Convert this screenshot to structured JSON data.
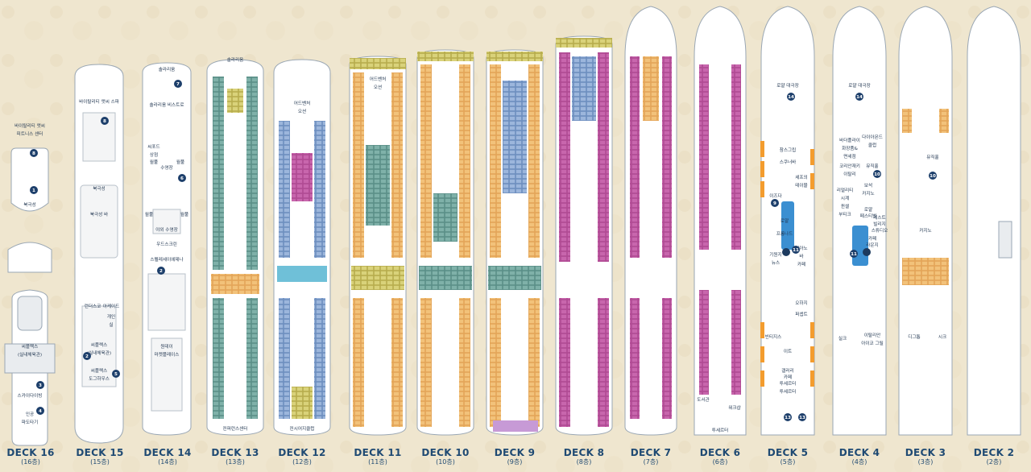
{
  "decks": [
    {
      "id": "deck16",
      "name": "DECK 16",
      "sub": "(16층)",
      "labels": [
        "바이탈리티 앳씨",
        "피트니스 센터",
        "북극성",
        "씨플렉스",
        "(실내체육관)",
        "스카이다이빙",
        "인공",
        "파도타기"
      ],
      "markers": [
        "8",
        "1",
        "3",
        "4"
      ]
    },
    {
      "id": "deck15",
      "name": "DECK 15",
      "sub": "(15층)",
      "labels": [
        "바이탈리티 앳씨 스파",
        "북극성",
        "북극성 바",
        "런더스코",
        "아케이드",
        "개인",
        "실",
        "씨플렉스",
        "(실내체육관)",
        "씨플렉스",
        "도그하우스"
      ],
      "markers": [
        "8",
        "2",
        "5"
      ]
    },
    {
      "id": "deck14",
      "name": "DECK 14",
      "sub": "(14층)",
      "labels": [
        "솔라리움",
        "솔라리움 비스트로",
        "씨포드",
        "상점",
        "월풀",
        "월풀",
        "수영장",
        "월풀",
        "월풀",
        "야외 수영장",
        "우드스크린",
        "스펠레세이에제나",
        "원데이",
        "마켓플레이스"
      ],
      "markers": [
        "7",
        "6",
        "2"
      ]
    },
    {
      "id": "deck13",
      "name": "DECK 13",
      "sub": "(13층)",
      "labels": [
        "솔라리움",
        "컨퍼런스센터"
      ],
      "markers": []
    },
    {
      "id": "deck12",
      "name": "DECK 12",
      "sub": "(12층)",
      "labels": [
        "어드벤처",
        "오션",
        "컨시어지클럽"
      ],
      "markers": []
    },
    {
      "id": "deck11",
      "name": "DECK 11",
      "sub": "(11층)",
      "labels": [
        "어드벤처",
        "오션"
      ],
      "markers": []
    },
    {
      "id": "deck10",
      "name": "DECK 10",
      "sub": "(10층)",
      "labels": [],
      "markers": []
    },
    {
      "id": "deck9",
      "name": "DECK 9",
      "sub": "(9층)",
      "labels": [],
      "markers": []
    },
    {
      "id": "deck8",
      "name": "DECK 8",
      "sub": "(8층)",
      "labels": [],
      "markers": []
    },
    {
      "id": "deck7",
      "name": "DECK 7",
      "sub": "(7층)",
      "labels": [],
      "markers": []
    },
    {
      "id": "deck6",
      "name": "DECK 6",
      "sub": "(6층)",
      "labels": [
        "도서관",
        "워크샵",
        "투세르터"
      ],
      "markers": []
    },
    {
      "id": "deck5",
      "name": "DECK 5",
      "sub": "(5층)",
      "labels": [
        "로얄 대극장",
        "참스그립",
        "스쿠너바",
        "셰프의",
        "테이블",
        "이즈다",
        "기원지",
        "뉴스",
        "피아노",
        "바",
        "로얄",
        "프롬나드",
        "카페",
        "오하지",
        "퍼셉트",
        "빈티지스",
        "이트",
        "갤러리",
        "카페",
        "투세르터",
        "투세르터"
      ],
      "markers": [
        "14",
        "11",
        "9",
        "13",
        "13"
      ]
    },
    {
      "id": "deck4",
      "name": "DECK 4",
      "sub": "(4층)",
      "labels": [
        "로얄 대극장",
        "바더플라이",
        "화장품&",
        "면세점",
        "다이아몬드",
        "클럽",
        "코리안재키",
        "이탈리",
        "뮤직홀",
        "리얼리티",
        "시계",
        "보석",
        "카지노",
        "퀸셀",
        "부티크",
        "로얄",
        "페스티벌",
        "게스트",
        "빌리지",
        "스튜디오",
        "카페",
        "라운지",
        "실크",
        "이탈리안",
        "아이코 그릴"
      ],
      "markers": [
        "14",
        "10",
        "11"
      ]
    },
    {
      "id": "deck3",
      "name": "DECK 3",
      "sub": "(3층)",
      "labels": [
        "뮤직홀",
        "카지노",
        "디그톱",
        "시크"
      ],
      "markers": [
        "10"
      ]
    },
    {
      "id": "deck2",
      "name": "DECK 2",
      "sub": "(2층)",
      "labels": [],
      "markers": []
    }
  ]
}
